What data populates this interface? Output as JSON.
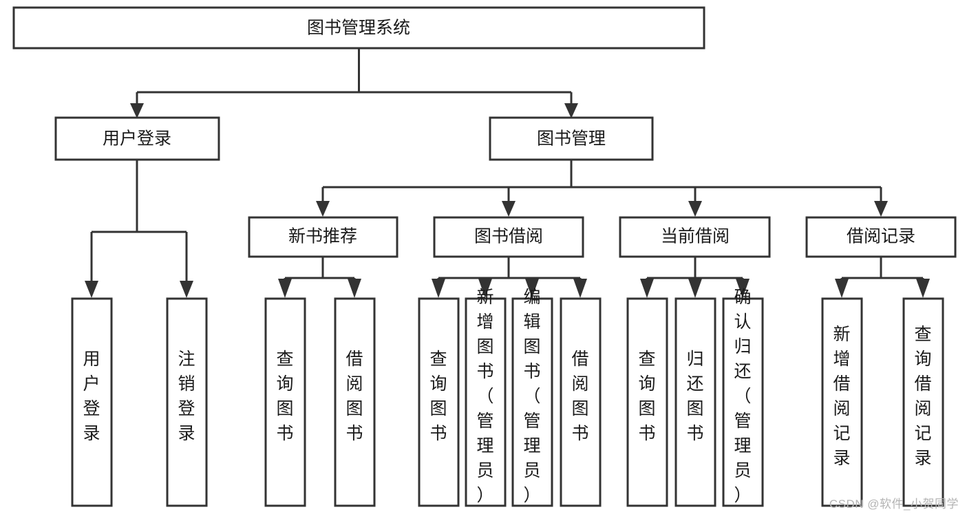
{
  "diagram": {
    "type": "tree-hierarchy",
    "title": "图书管理系统",
    "orientation": "top-down",
    "colors": {
      "stroke": "#333333",
      "fill": "#ffffff",
      "text": "#1a1a1a",
      "watermark": "#b4b4b4"
    },
    "root": {
      "id": "root",
      "label": "图书管理系统"
    },
    "level1": [
      {
        "id": "user-login",
        "label": "用户登录"
      },
      {
        "id": "book-management",
        "label": "图书管理"
      }
    ],
    "level2": [
      {
        "id": "new-book-recommend",
        "label": "新书推荐",
        "parent": "book-management"
      },
      {
        "id": "book-borrow",
        "label": "图书借阅",
        "parent": "book-management"
      },
      {
        "id": "current-borrow",
        "label": "当前借阅",
        "parent": "book-management"
      },
      {
        "id": "borrow-record",
        "label": "借阅记录",
        "parent": "book-management"
      }
    ],
    "leaves": {
      "user-login": [
        {
          "id": "leaf-user-login",
          "label": "用户登录"
        },
        {
          "id": "leaf-logout-login",
          "label": "注销登录"
        }
      ],
      "new-book-recommend": [
        {
          "id": "leaf-query-book-1",
          "label": "查询图书"
        },
        {
          "id": "leaf-borrow-book-1",
          "label": "借阅图书"
        }
      ],
      "book-borrow": [
        {
          "id": "leaf-query-book-2",
          "label": "查询图书"
        },
        {
          "id": "leaf-add-book",
          "label": "新增图书（管理员）"
        },
        {
          "id": "leaf-edit-book",
          "label": "编辑图书（管理员）"
        },
        {
          "id": "leaf-borrow-book-2",
          "label": "借阅图书"
        }
      ],
      "current-borrow": [
        {
          "id": "leaf-query-book-3",
          "label": "查询图书"
        },
        {
          "id": "leaf-return-book",
          "label": "归还图书"
        },
        {
          "id": "leaf-confirm-return",
          "label": "确认归还（管理员）"
        }
      ],
      "borrow-record": [
        {
          "id": "leaf-add-record",
          "label": "新增借阅记录"
        },
        {
          "id": "leaf-query-record",
          "label": "查询借阅记录"
        }
      ]
    }
  },
  "watermark": {
    "text": "CSDN @软件_小贺同学"
  }
}
